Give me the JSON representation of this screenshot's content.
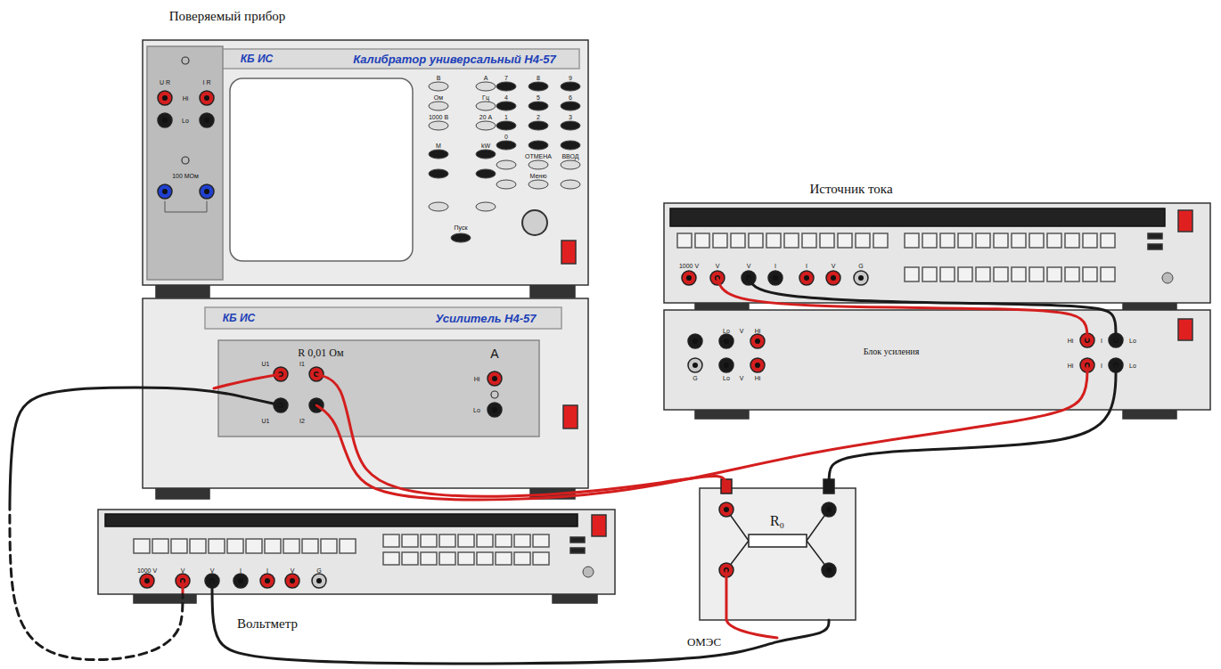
{
  "diagram": {
    "nodes": [
      {
        "text": [
          "Поверяемый прибор",
          "КБ ИС",
          "Калибратор универсальный Н4-57"
        ]
      },
      {
        "text": [
          "КБ ИС",
          "Усилитель Н4-57"
        ]
      },
      {
        "text": [
          "Источник тока"
        ]
      },
      {
        "text": [
          "Блок усиления"
        ]
      },
      {
        "text": [
          "R₀",
          "ОМЭС"
        ]
      },
      {
        "text": [
          "Вольтметр"
        ]
      }
    ],
    "edges": [
      {
        "from": 1,
        "to": 4,
        "arrow": "none"
      },
      {
        "from": 1,
        "to": 3,
        "arrow": "none"
      },
      {
        "from": 3,
        "to": 4,
        "arrow": "none"
      },
      {
        "from": 2,
        "to": 3,
        "arrow": "none"
      },
      {
        "from": 2,
        "to": 3,
        "arrow": "none"
      },
      {
        "from": 4,
        "to": 5,
        "arrow": "none"
      },
      {
        "from": 1,
        "to": 5,
        "arrow": "none"
      }
    ],
    "labels": [
      "U R",
      "I R",
      "Hi",
      "Lo",
      "100 МОм",
      "В",
      "А",
      "Ом",
      "Гц",
      "1000 В",
      "20 А",
      "М",
      "kW",
      "7",
      "8",
      "9",
      "4",
      "5",
      "6",
      "1",
      "2",
      "3",
      "0",
      "ОТМЕНА",
      "ВВОД",
      "Меню",
      "Пуск",
      "R 0,01 Ом",
      "U1",
      "U1",
      "I1",
      "I2",
      "A",
      "Hi",
      "Lo",
      "1000 V",
      "V",
      "V",
      "I",
      "I",
      "V",
      "G",
      "Lo",
      "V",
      "Hi",
      "G",
      "Lo",
      "V",
      "Hi",
      "Hi",
      "I",
      "Lo",
      "Hi",
      "I",
      "Lo",
      "1000 V",
      "V",
      "V",
      "I",
      "I",
      "V",
      "G"
    ]
  }
}
